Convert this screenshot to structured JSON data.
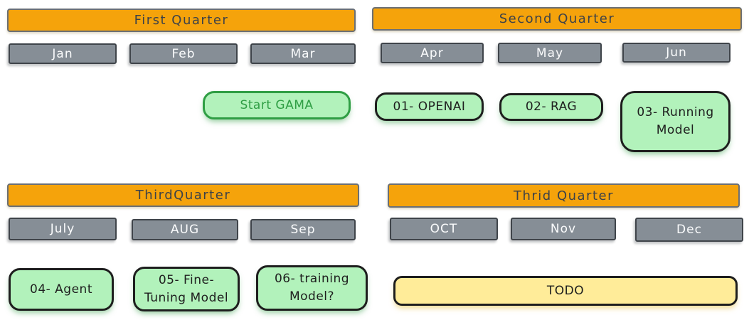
{
  "palette": {
    "quarter_bar_fill": "#F5A30B",
    "month_bar_fill": "#868E96",
    "task_fill_green": "#B2F2BB",
    "task_stroke_green": "#2F9E44",
    "task_stroke_black": "#1E1E1E",
    "todo_fill_yellow": "#FFEC99",
    "month_text": "#FFFFFF",
    "quarter_text": "#3D4248"
  },
  "quarters": [
    {
      "label": "First Quarter",
      "months": [
        "Jan",
        "Feb",
        "Mar"
      ]
    },
    {
      "label": "Second Quarter",
      "months": [
        "Apr",
        "May",
        "Jun"
      ]
    },
    {
      "label": "ThirdQuarter",
      "months": [
        "July",
        "AUG",
        "Sep"
      ]
    },
    {
      "label": "Thrid Quarter",
      "months": [
        "OCT",
        "Nov",
        "Dec"
      ]
    }
  ],
  "tasks": {
    "start_gama": "Start GAMA",
    "openai": "01- OPENAI",
    "rag": "02- RAG",
    "running_model": "03- Running Model",
    "agent": "04- Agent",
    "fine_tuning": "05- Fine-Tuning Model",
    "training_model": "06- training Model?",
    "todo": "TODO"
  }
}
